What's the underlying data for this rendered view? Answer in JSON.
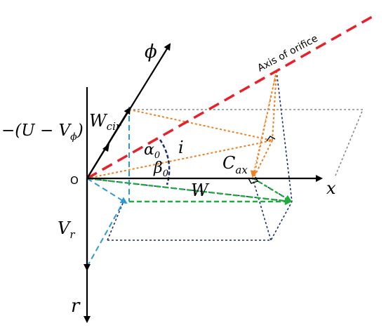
{
  "labels": {
    "axis_of_orifice": "Axis of orifice",
    "phi": "ϕ",
    "r": "r",
    "x": "x",
    "origin": "O",
    "w_cir_main": "W",
    "w_cir_sub": "cir",
    "c_ax_main": "C",
    "c_ax_sub": "ax",
    "w": "W",
    "v_r_main": "V",
    "v_r_sub": "r",
    "i": "i",
    "alpha_main": "α",
    "alpha_sub": "0",
    "beta_main": "β",
    "beta_sub": "0",
    "u_term_prefix": "−(",
    "u_term_u": "U",
    "u_term_minus": " − ",
    "u_term_v": "V",
    "u_term_vsub": "ϕ",
    "u_term_suffix": ")"
  },
  "colors": {
    "axis": "#000000",
    "orifice_axis": "#e8202a",
    "orange": "#f07f1e",
    "green": "#1fae3b",
    "navy": "#1b2f6b",
    "light_blue": "#2b9ad6",
    "gray": "#8a8a8a"
  }
}
